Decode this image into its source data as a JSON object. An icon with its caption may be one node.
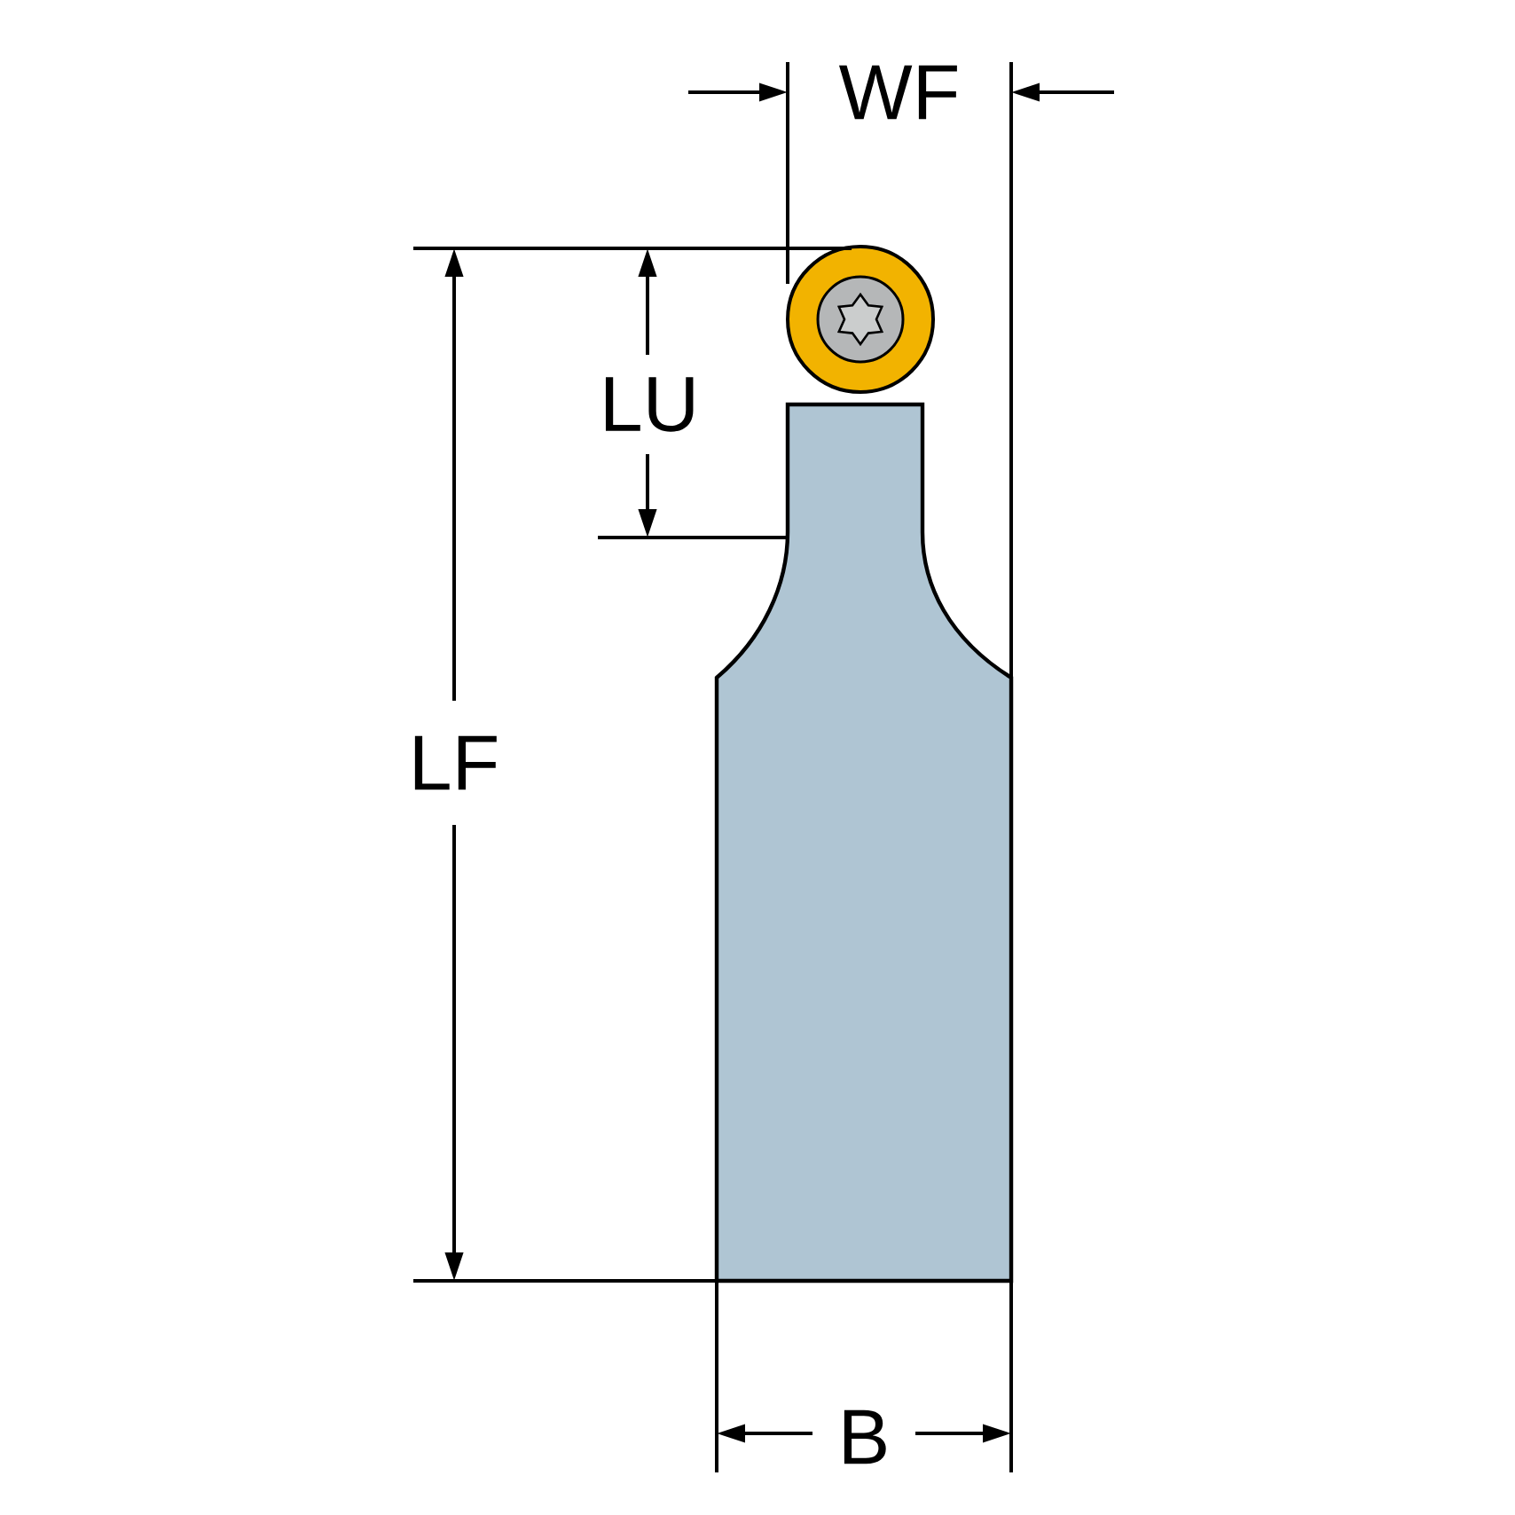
{
  "diagram": {
    "labels": [
      "WF",
      "LU",
      "LF",
      "B"
    ]
  }
}
